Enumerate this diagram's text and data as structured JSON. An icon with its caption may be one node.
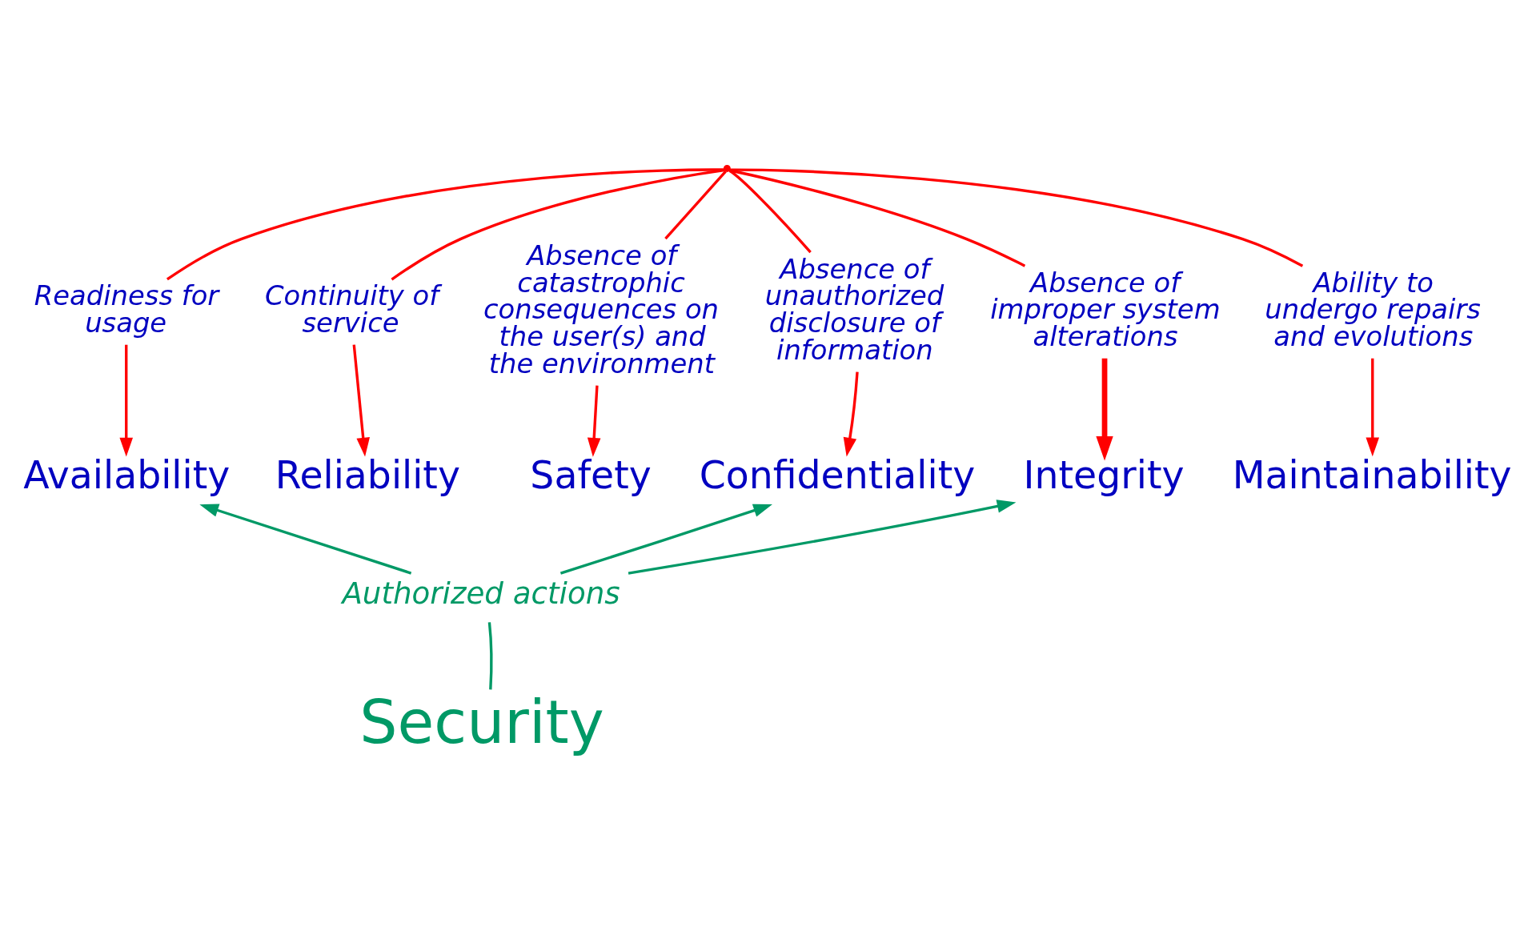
{
  "diagram": {
    "nodes": [
      {
        "text": [],
        "shape": "point"
      },
      {
        "text": [
          "Readiness for usage"
        ]
      },
      {
        "text": [
          "Continuity of service"
        ]
      },
      {
        "text": [
          "Absence of catastrophic consequences on the user(s) and the environment"
        ]
      },
      {
        "text": [
          "Absence of unauthorized disclosure of information"
        ]
      },
      {
        "text": [
          "Absence of improper system alterations"
        ]
      },
      {
        "text": [
          "Ability to undergo repairs and evolutions"
        ]
      },
      {
        "text": [
          "Availability"
        ]
      },
      {
        "text": [
          "Reliability"
        ]
      },
      {
        "text": [
          "Safety"
        ]
      },
      {
        "text": [
          "Confidentiality"
        ]
      },
      {
        "text": [
          "Integrity"
        ]
      },
      {
        "text": [
          "Maintainability"
        ]
      },
      {
        "text": [
          "Authorized actions"
        ]
      },
      {
        "text": [
          "Security"
        ]
      }
    ],
    "edges": [
      {
        "from": 0,
        "to": 1,
        "arrow": "none",
        "color": "#ff0000"
      },
      {
        "from": 0,
        "to": 2,
        "arrow": "none",
        "color": "#ff0000"
      },
      {
        "from": 0,
        "to": 3,
        "arrow": "none",
        "color": "#ff0000"
      },
      {
        "from": 0,
        "to": 4,
        "arrow": "none",
        "color": "#ff0000"
      },
      {
        "from": 0,
        "to": 5,
        "arrow": "none",
        "color": "#ff0000"
      },
      {
        "from": 0,
        "to": 6,
        "arrow": "none",
        "color": "#ff0000"
      },
      {
        "from": 1,
        "to": 7,
        "arrow": "to",
        "color": "#ff0000"
      },
      {
        "from": 2,
        "to": 8,
        "arrow": "to",
        "color": "#ff0000"
      },
      {
        "from": 3,
        "to": 9,
        "arrow": "to",
        "color": "#ff0000"
      },
      {
        "from": 4,
        "to": 10,
        "arrow": "to",
        "color": "#ff0000"
      },
      {
        "from": 5,
        "to": 11,
        "arrow": "to",
        "color": "#ff0000",
        "style": "thick"
      },
      {
        "from": 6,
        "to": 12,
        "arrow": "to",
        "color": "#ff0000"
      },
      {
        "from": 14,
        "to": 13,
        "arrow": "none",
        "color": "#009966"
      },
      {
        "from": 13,
        "to": 7,
        "arrow": "to",
        "color": "#009966"
      },
      {
        "from": 13,
        "to": 10,
        "arrow": "to",
        "color": "#009966"
      },
      {
        "from": 13,
        "to": 11,
        "arrow": "to",
        "color": "#009966"
      }
    ]
  }
}
